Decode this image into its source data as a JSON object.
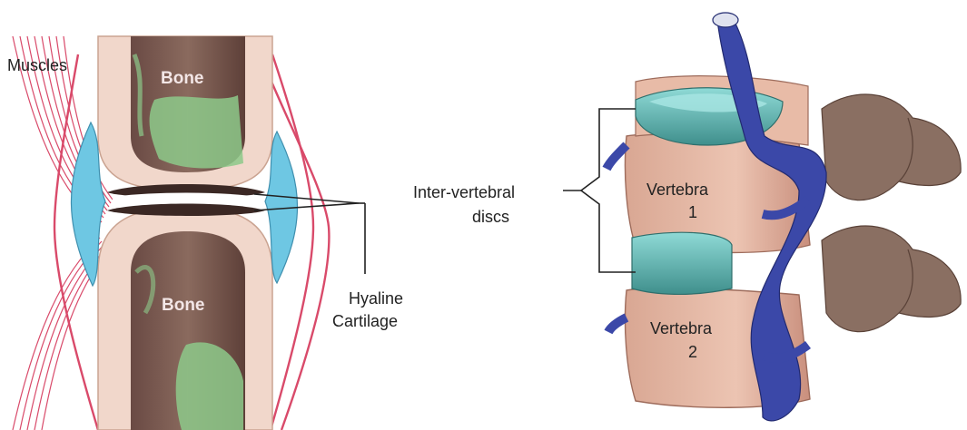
{
  "joint": {
    "muscles_label": "Muscles",
    "upper_bone_label": "Bone",
    "lower_bone_label": "Bone",
    "cartilage_label_line1": "Hyaline",
    "cartilage_label_line2": "Cartilage"
  },
  "spine": {
    "discs_label_line1": "Inter-vertebral",
    "discs_label_line2": "discs",
    "vertebra1_line1": "Vertebra",
    "vertebra1_line2": "1",
    "vertebra2_line1": "Vertebra",
    "vertebra2_line2": "2"
  },
  "colors": {
    "bone_tissue": "#7b5a52",
    "marrow_green": "#8dc98a",
    "cartilage": "#f1d7cb",
    "synovial_blue": "#6ec7e3",
    "muscle_red": "#d94a6a",
    "vertebra": "#e8bba7",
    "disc_teal": "#5fb3b0",
    "vessel_blue": "#3b48a8",
    "process_brown": "#8a6f62"
  }
}
